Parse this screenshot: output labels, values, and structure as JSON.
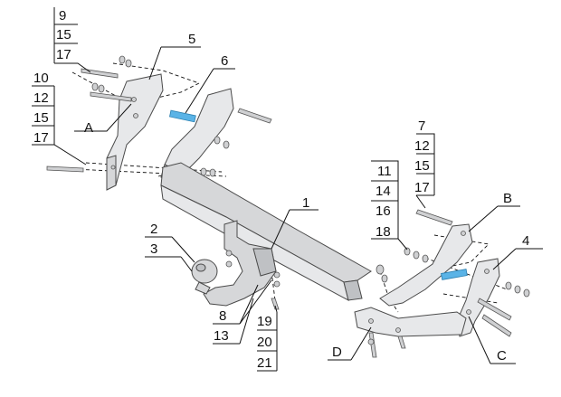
{
  "callouts": {
    "stack_9": [
      "9",
      "15",
      "17"
    ],
    "stack_10": [
      "10",
      "12",
      "15",
      "17"
    ],
    "stack_7": [
      "7",
      "12",
      "15",
      "17"
    ],
    "stack_11": [
      "11",
      "14",
      "16",
      "18"
    ],
    "stack_19": [
      "19",
      "20",
      "21"
    ],
    "single_5": "5",
    "single_6": "6",
    "single_1": "1",
    "single_2": "2",
    "single_3": "3",
    "single_4": "4",
    "single_8": "8",
    "single_13": "13",
    "letter_A": "A",
    "letter_B": "B",
    "letter_C": "C",
    "letter_D": "D"
  },
  "colors": {
    "steel": "#d6d7d9",
    "pin_blue": "#5ab3e6",
    "line": "#111111"
  }
}
